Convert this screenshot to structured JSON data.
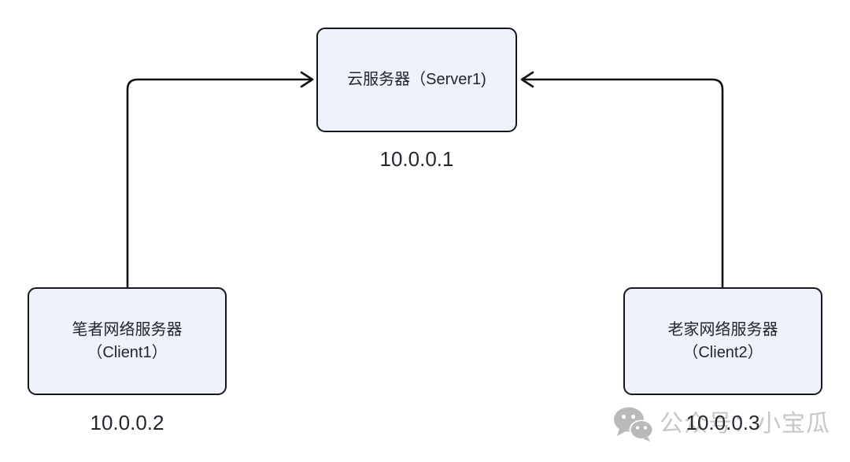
{
  "diagram": {
    "type": "network-topology",
    "nodes": [
      {
        "id": "server1",
        "label": "云服务器（Server1)",
        "ip": "10.0.0.1",
        "position": "top-center"
      },
      {
        "id": "client1",
        "label": "笔者网络服务器",
        "label2": "（Client1）",
        "ip": "10.0.0.2",
        "position": "bottom-left"
      },
      {
        "id": "client2",
        "label": "老家网络服务器",
        "label2": "（Client2）",
        "ip": "10.0.0.3",
        "position": "bottom-right"
      }
    ],
    "edges": [
      {
        "from": "client1",
        "to": "server1",
        "style": "elbow-up-right",
        "arrowhead": "open-chevron"
      },
      {
        "from": "client2",
        "to": "server1",
        "style": "elbow-up-left",
        "arrowhead": "open-chevron"
      }
    ]
  },
  "watermark": {
    "icon": "wechat-icon",
    "text": "公众号：小宝瓜"
  },
  "colors": {
    "background": "#ffffff",
    "node_fill": "#edf2fb",
    "node_border": "#16181d",
    "node_text": "#21252e",
    "ip_text": "#23272f",
    "edge_stroke": "#111111",
    "watermark_gray": "#c7c7c7"
  }
}
